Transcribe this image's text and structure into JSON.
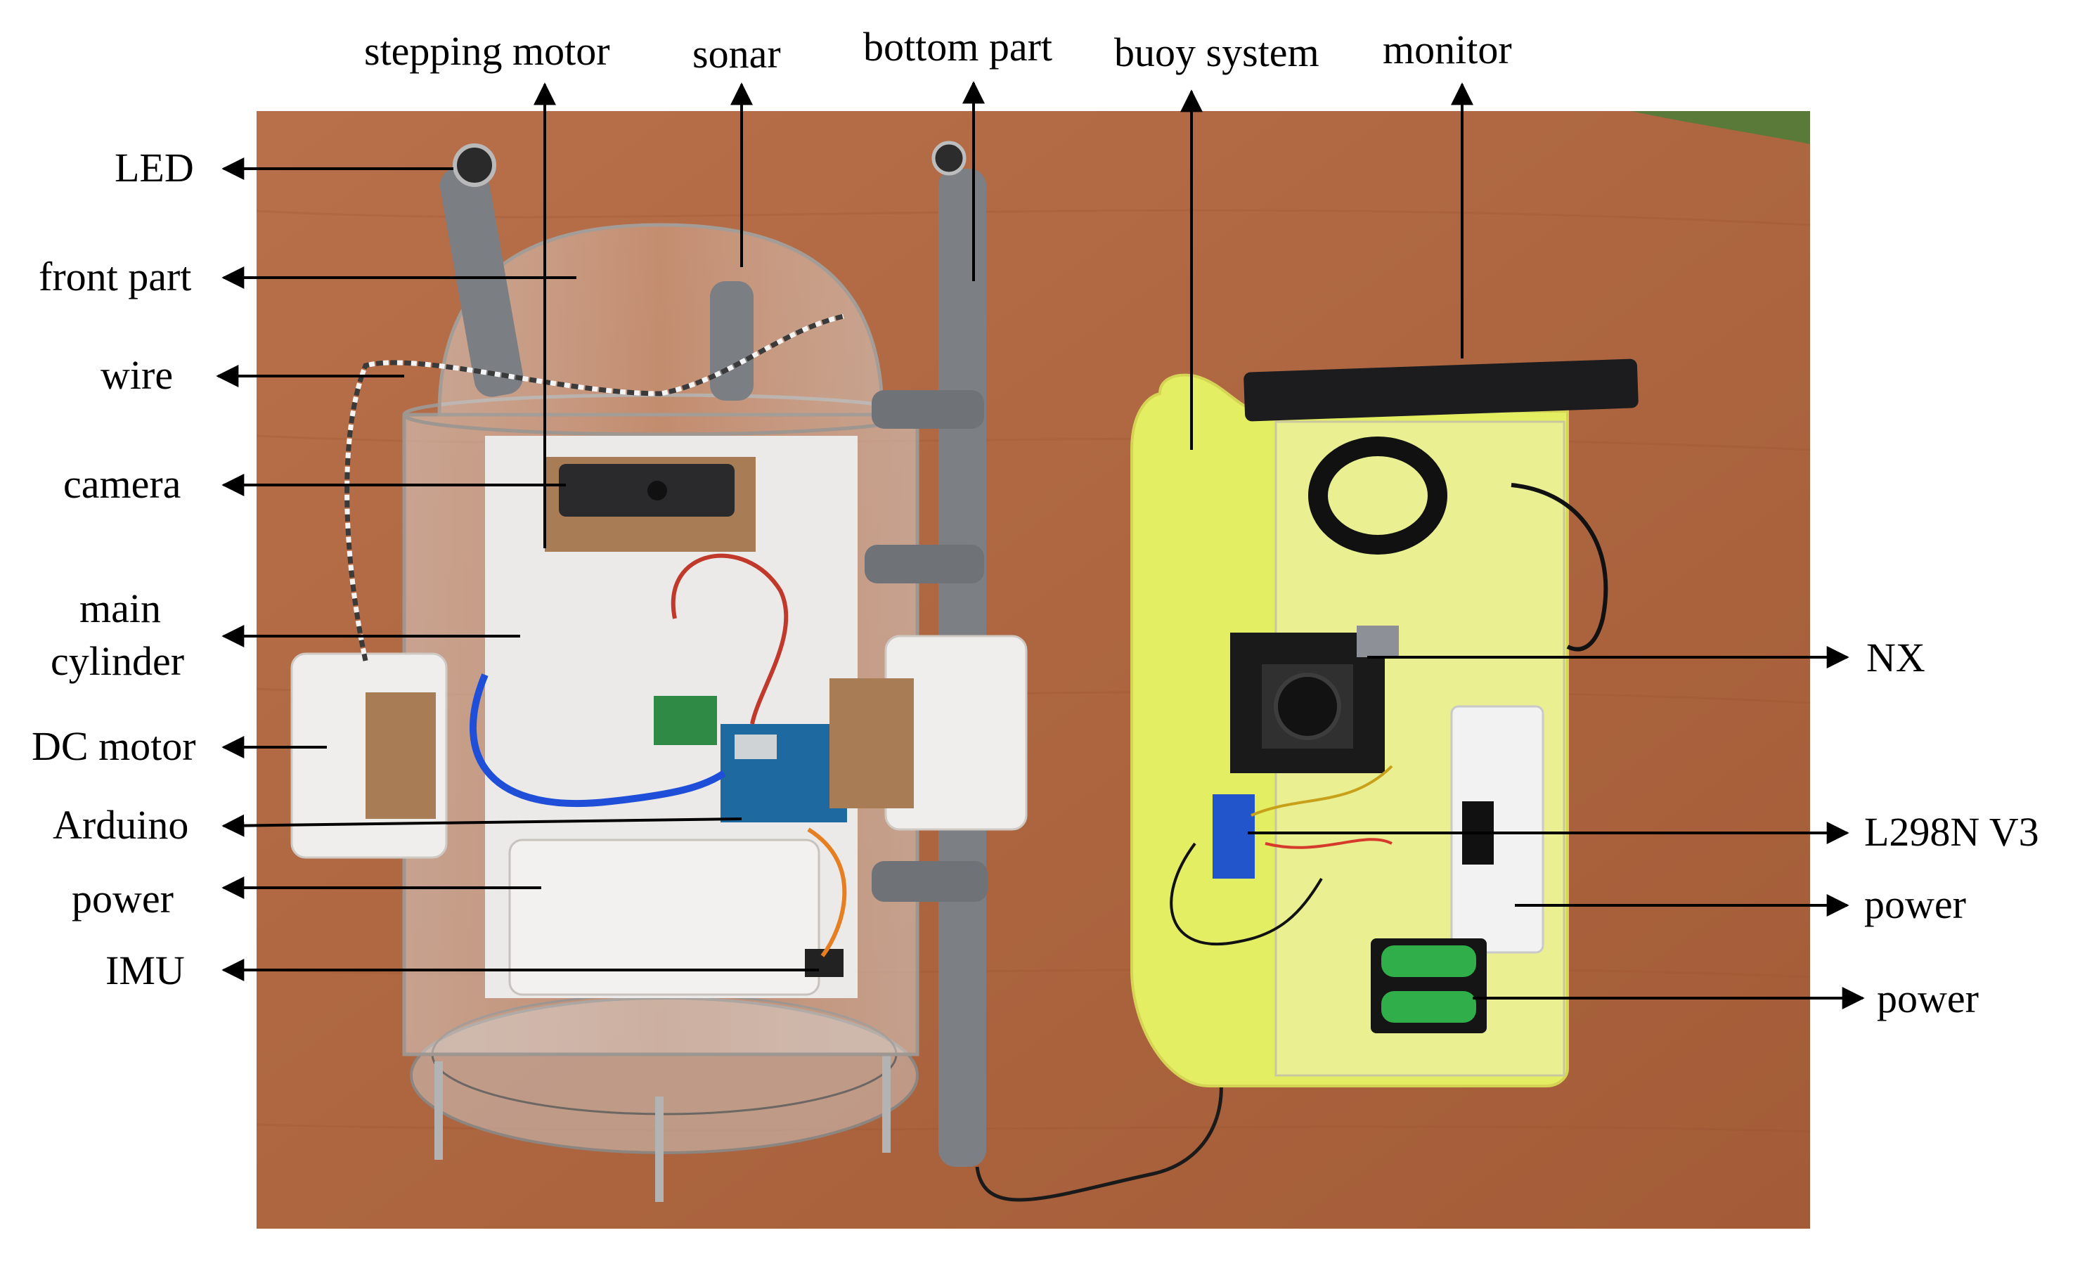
{
  "labels": {
    "stepping_motor": "stepping motor",
    "sonar": "sonar",
    "bottom_part": "bottom part",
    "buoy_system": "buoy system",
    "monitor": "monitor",
    "led": "LED",
    "front_part": "front part",
    "wire": "wire",
    "camera": "camera",
    "main_cylinder_line1": "main",
    "main_cylinder_line2": "cylinder",
    "dc_motor": "DC motor",
    "arduino": "Arduino",
    "power_left": "power",
    "imu": "IMU",
    "nx": "NX",
    "l298n": "L298N V3",
    "power_right_1": "power",
    "power_right_2": "power"
  },
  "colors": {
    "table_wood": "#b36a42",
    "yellow_acrylic": "#e4ee63",
    "pvc_gray": "#7c7f84",
    "label_text": "#000000"
  }
}
